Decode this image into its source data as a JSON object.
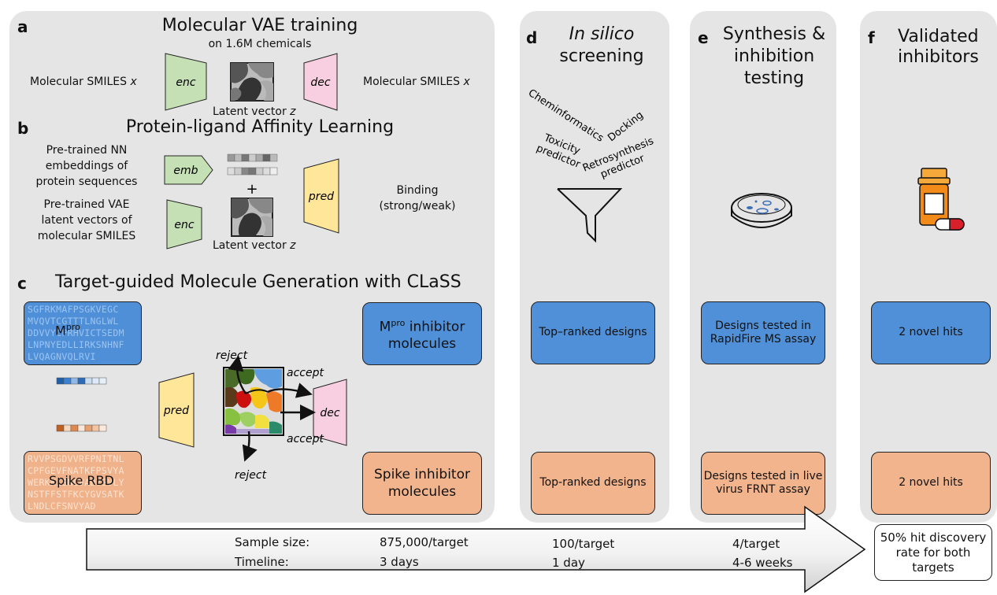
{
  "panels": {
    "a": {
      "label": "a",
      "title": "Molecular VAE training",
      "subtitle": "on 1.6M chemicals",
      "left": "Molecular SMILES x",
      "right": "Molecular SMILES x",
      "enc": "enc",
      "dec": "dec",
      "latent": "Latent vector z"
    },
    "b": {
      "label": "b",
      "title": "Protein-ligand Affinity Learning",
      "emb_text": "Pre-trained NN embeddings of protein sequences",
      "vae_text": "Pre-trained VAE latent vectors of molecular SMILES",
      "emb": "emb",
      "enc": "enc",
      "pred": "pred",
      "plus": "+",
      "binding": "Binding\n(strong/weak)",
      "latent": "Latent vector z"
    },
    "c": {
      "label": "c",
      "title": "Target-guided Molecule Generation with CLaSS",
      "seq_mpro": "SGFRKMAFPSGKVEGC MVQVTCGTTTLNGLWL DDVVYCPRHVICTSEDM LNPNYEDLLIRKSNHNF LVQAGNVQLRVI",
      "seq_spike": "RVVPSGDVVRFPNITNL CPFGEVFNATKFPSVYA WERKKISNCVADYSVLY NSTFFSTFKCYGVSATK LNDLCFSNVYAD",
      "mpro_name": "M",
      "mpro_sup": "pro",
      "spike_name": "Spike RBD",
      "pred": "pred",
      "dec": "dec",
      "reject_top": "reject",
      "reject_bottom": "reject",
      "accept_top": "accept",
      "accept_bottom": "accept",
      "out_mpro_pre": "M",
      "out_mpro_sup": "pro",
      "out_mpro_post": " inhibitor molecules",
      "out_spike": "Spike inhibitor molecules"
    },
    "d": {
      "label": "d",
      "title_it": "In silico",
      "title2": "screening",
      "words": [
        "Cheminformatics",
        "Docking",
        "Toxicity predictor",
        "Retrosynthesis predictor"
      ],
      "blue": "Top–ranked designs",
      "orange": "Top-ranked designs"
    },
    "e": {
      "label": "e",
      "title1": "Synthesis &",
      "title2": "inhibition testing",
      "blue": "Designs tested in RapidFire MS assay",
      "orange": "Designs tested in live virus FRNT assay"
    },
    "f": {
      "label": "f",
      "title1": "Validated",
      "title2": "inhibitors",
      "blue": "2 novel hits",
      "orange": "2 novel hits",
      "result": "50% hit discovery rate for both targets"
    }
  },
  "timeline": {
    "row1_label": "Sample size:",
    "row2_label": "Timeline:",
    "c_size": "875,000/target",
    "c_time": "3 days",
    "d_size": "100/target",
    "d_time": "1 day",
    "e_size": "4/target",
    "e_time": "4-6 weeks"
  },
  "colors": {
    "panel": "#e5e5e5",
    "blue": "#4f90d8",
    "orange": "#f2b48c",
    "enc": "#c5e0b4",
    "dec": "#f8cfe0",
    "pred": "#ffe699"
  }
}
